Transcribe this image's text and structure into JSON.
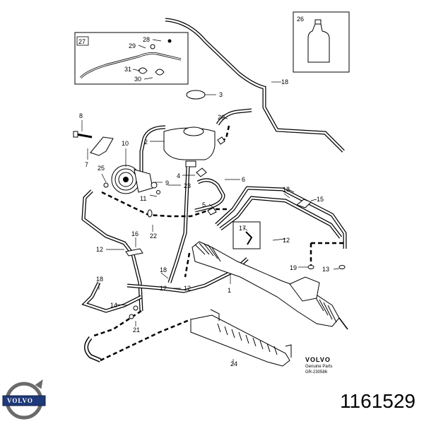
{
  "callouts": [
    "1",
    "2",
    "3",
    "4",
    "5",
    "6",
    "7",
    "8",
    "9",
    "10",
    "11",
    "12",
    "12",
    "12",
    "12",
    "13",
    "14",
    "15",
    "16",
    "17",
    "18",
    "18",
    "18",
    "18",
    "19",
    "20",
    "21",
    "22",
    "23",
    "24",
    "25",
    "26",
    "27",
    "28",
    "29",
    "30",
    "31"
  ],
  "brand_block": {
    "name": "VOLVO",
    "line1": "Genuine Parts",
    "code": "GR-230586"
  },
  "logo": {
    "name": "VOLVO"
  },
  "part_number": "1161529",
  "colors": {
    "line": "#000000",
    "background": "#ffffff",
    "logo_blue": "#1f3a7a"
  }
}
